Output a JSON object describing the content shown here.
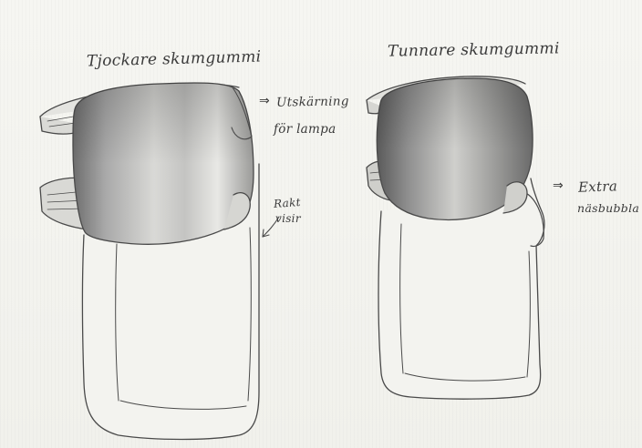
{
  "sketch": {
    "left_title": "Tjockare skumgummi",
    "right_title": "Tunnare skumgummi",
    "annotations": {
      "cutout_line1": "Utskärning",
      "cutout_line2": "för lampa",
      "straight_visor_line1": "Rakt",
      "straight_visor_line2": "visir",
      "extra_line1": "Extra",
      "extra_line2": "näsbubbla"
    },
    "arrow_glyph": "⇒"
  }
}
